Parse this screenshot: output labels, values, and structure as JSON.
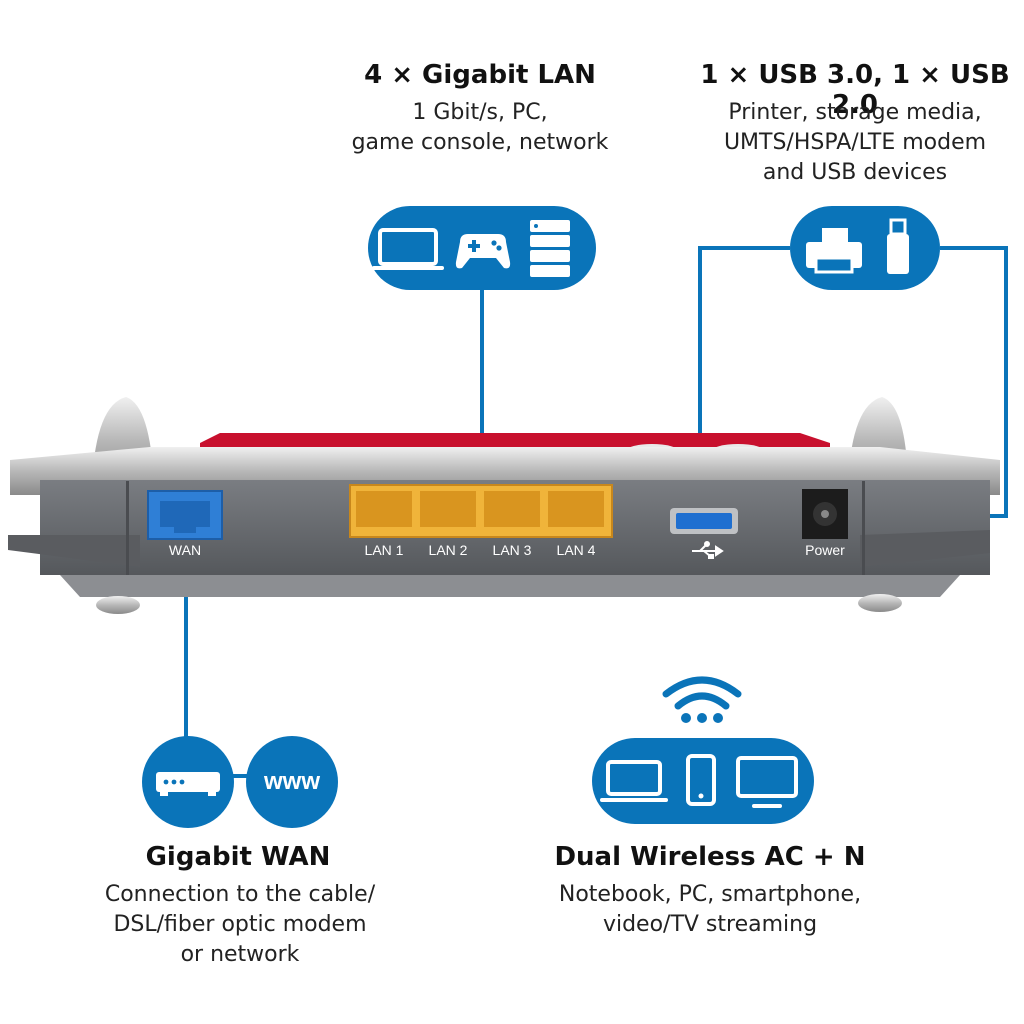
{
  "lan": {
    "title": "4 × Gigabit LAN",
    "desc1": "1 Gbit/s, PC,",
    "desc2": "game console, network",
    "icons": [
      "laptop-icon",
      "gamepad-icon",
      "server-icon"
    ]
  },
  "usb": {
    "title": "1 × USB 3.0, 1 × USB 2.0",
    "desc1": "Printer, storage media,",
    "desc2": "UMTS/HSPA/LTE modem",
    "desc3": "and USB devices",
    "icons": [
      "printer-icon",
      "usb-stick-icon"
    ]
  },
  "wan": {
    "title": "Gigabit WAN",
    "desc1": "Connection to the cable/",
    "desc2": "DSL/fiber optic modem",
    "desc3": "or network",
    "www": "www",
    "icons": [
      "modem-icon"
    ]
  },
  "wireless": {
    "title": "Dual Wireless AC + N",
    "desc1": "Notebook, PC, smartphone,",
    "desc2": "video/TV streaming",
    "icons": [
      "wifi-icon",
      "laptop-icon",
      "smartphone-icon",
      "monitor-icon"
    ]
  },
  "router": {
    "wan_label": "WAN",
    "lan_labels": [
      "LAN 1",
      "LAN 2",
      "LAN 3",
      "LAN 4"
    ],
    "power_label": "Power"
  },
  "colors": {
    "accent": "#0a74b9",
    "lan_port": "#e8a72c",
    "wan_port": "#2f7fd6",
    "router_red": "#c8102e",
    "router_body": "#6b6e73"
  }
}
